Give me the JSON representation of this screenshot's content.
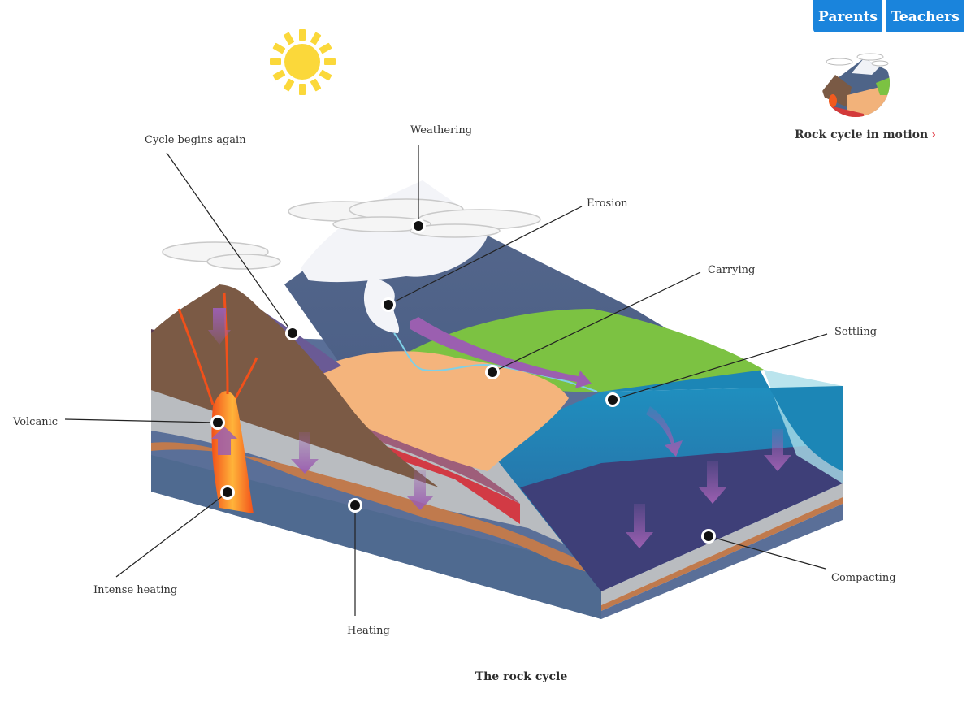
{
  "header": {
    "buttons": [
      {
        "id": "parents",
        "label": "Parents"
      },
      {
        "id": "teachers",
        "label": "Teachers"
      }
    ]
  },
  "sidebar": {
    "thumbnail_alt": "rock-cycle-thumbnail",
    "link_label": "Rock cycle in motion",
    "link_chevron": "›"
  },
  "diagram": {
    "caption": "The rock cycle",
    "labels": {
      "cycle_begins": "Cycle begins again",
      "weathering": "Weathering",
      "erosion": "Erosion",
      "carrying": "Carrying",
      "settling": "Settling",
      "volcanic": "Volcanic",
      "intense_heating": "Intense heating",
      "heating": "Heating",
      "compacting": "Compacting"
    },
    "colors": {
      "button_blue": "#1a84dc",
      "arrow_purple": "#9b5fb0",
      "magma_orange": "#f25a1e",
      "sun_yellow": "#fbd83a",
      "water_blue": "#1f8fbf",
      "grass_green": "#7cc242",
      "sand_orange": "#f4b47c"
    }
  }
}
